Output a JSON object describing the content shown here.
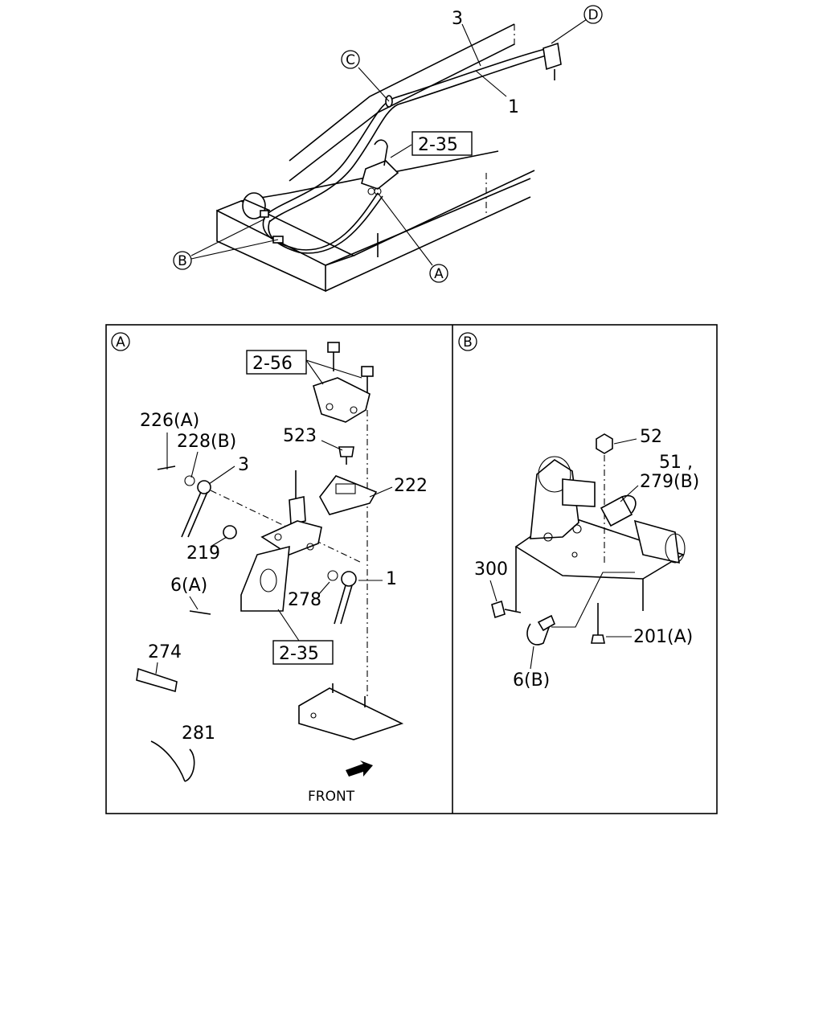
{
  "overview": {
    "ref_box": "2-35",
    "callouts": {
      "A": "A",
      "B": "B",
      "C": "C",
      "D": "D"
    },
    "labels": {
      "p3": "3",
      "p1": "1"
    }
  },
  "panel_a": {
    "tag": "A",
    "ref_top": "2-56",
    "ref_bottom": "2-35",
    "labels": {
      "p523": "523",
      "p222": "222",
      "p226": "226(A)",
      "p228": "228(B)",
      "p3": "3",
      "p219": "219",
      "p1": "1",
      "p6a": "6(A)",
      "p278": "278",
      "p274": "274",
      "p281": "281"
    },
    "front_label": "FRONT"
  },
  "panel_b": {
    "tag": "B",
    "labels": {
      "p52": "52",
      "p51": "51 ,",
      "p279": "279(B)",
      "p300": "300",
      "p201": "201(A)",
      "p6b": "6(B)"
    }
  }
}
